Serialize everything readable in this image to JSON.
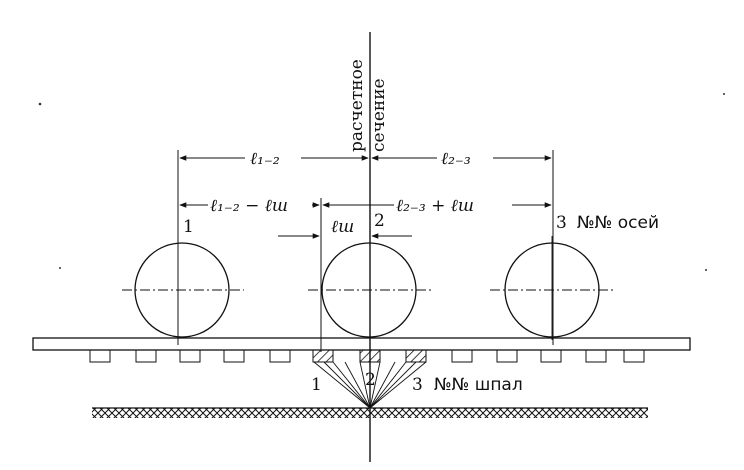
{
  "section_label_line1": "расчетное",
  "section_label_line2": "сечение",
  "dims": {
    "l12": "ℓ₁₋₂",
    "l23": "ℓ₂₋₃",
    "l12_minus_lsh": "ℓ₁₋₂ − ℓш",
    "l23_plus_lsh": "ℓ₂₋₃ +  ℓш",
    "lsh": "ℓш"
  },
  "axis_numbers": [
    "1",
    "2",
    "3"
  ],
  "axis_caption": "№№ осей",
  "sleeper_numbers": [
    "1",
    "2",
    "3"
  ],
  "sleeper_caption": "№№ шпал"
}
